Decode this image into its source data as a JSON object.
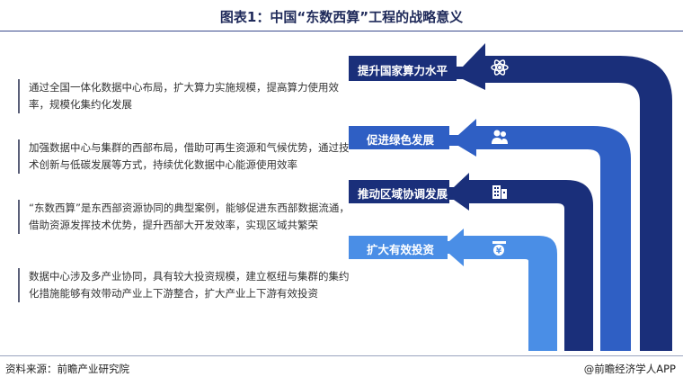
{
  "title": "图表1：中国“东数西算”工程的战略意义",
  "descriptions": [
    "通过全国一体化数据中心布局，扩大算力实施规模，提高算力使用效率，规模化集约化发展",
    "加强数据中心与集群的西部布局，借助可再生资源和气候优势，通过技术创新与低碳发展等方式，持续优化数据中心能源使用效率",
    "“东数西算”是东西部资源协同的典型案例，能够促进东西部数据流通，借助资源发挥技术优势，提升西部大开发效率，实现区域共繁荣",
    "数据中心涉及多产业协同，具有较大投资规模，建立枢纽与集群的集约化措施能够有效带动产业上下游整合，扩大产业上下游有效投资"
  ],
  "arrows": [
    {
      "label": "提升国家算力水平",
      "icon": "atom-icon",
      "color": "#1a2f7a"
    },
    {
      "label": "促进绿色发展",
      "icon": "people-icon",
      "color": "#2f5fc4"
    },
    {
      "label": "推动区域协调发展",
      "icon": "building-icon",
      "color": "#1a2f7a"
    },
    {
      "label": "扩大有效投资",
      "icon": "money-icon",
      "color": "#4a8ee6"
    }
  ],
  "source": "资料来源：前瞻产业研究院",
  "copyright": "@前瞻经济学人APP"
}
